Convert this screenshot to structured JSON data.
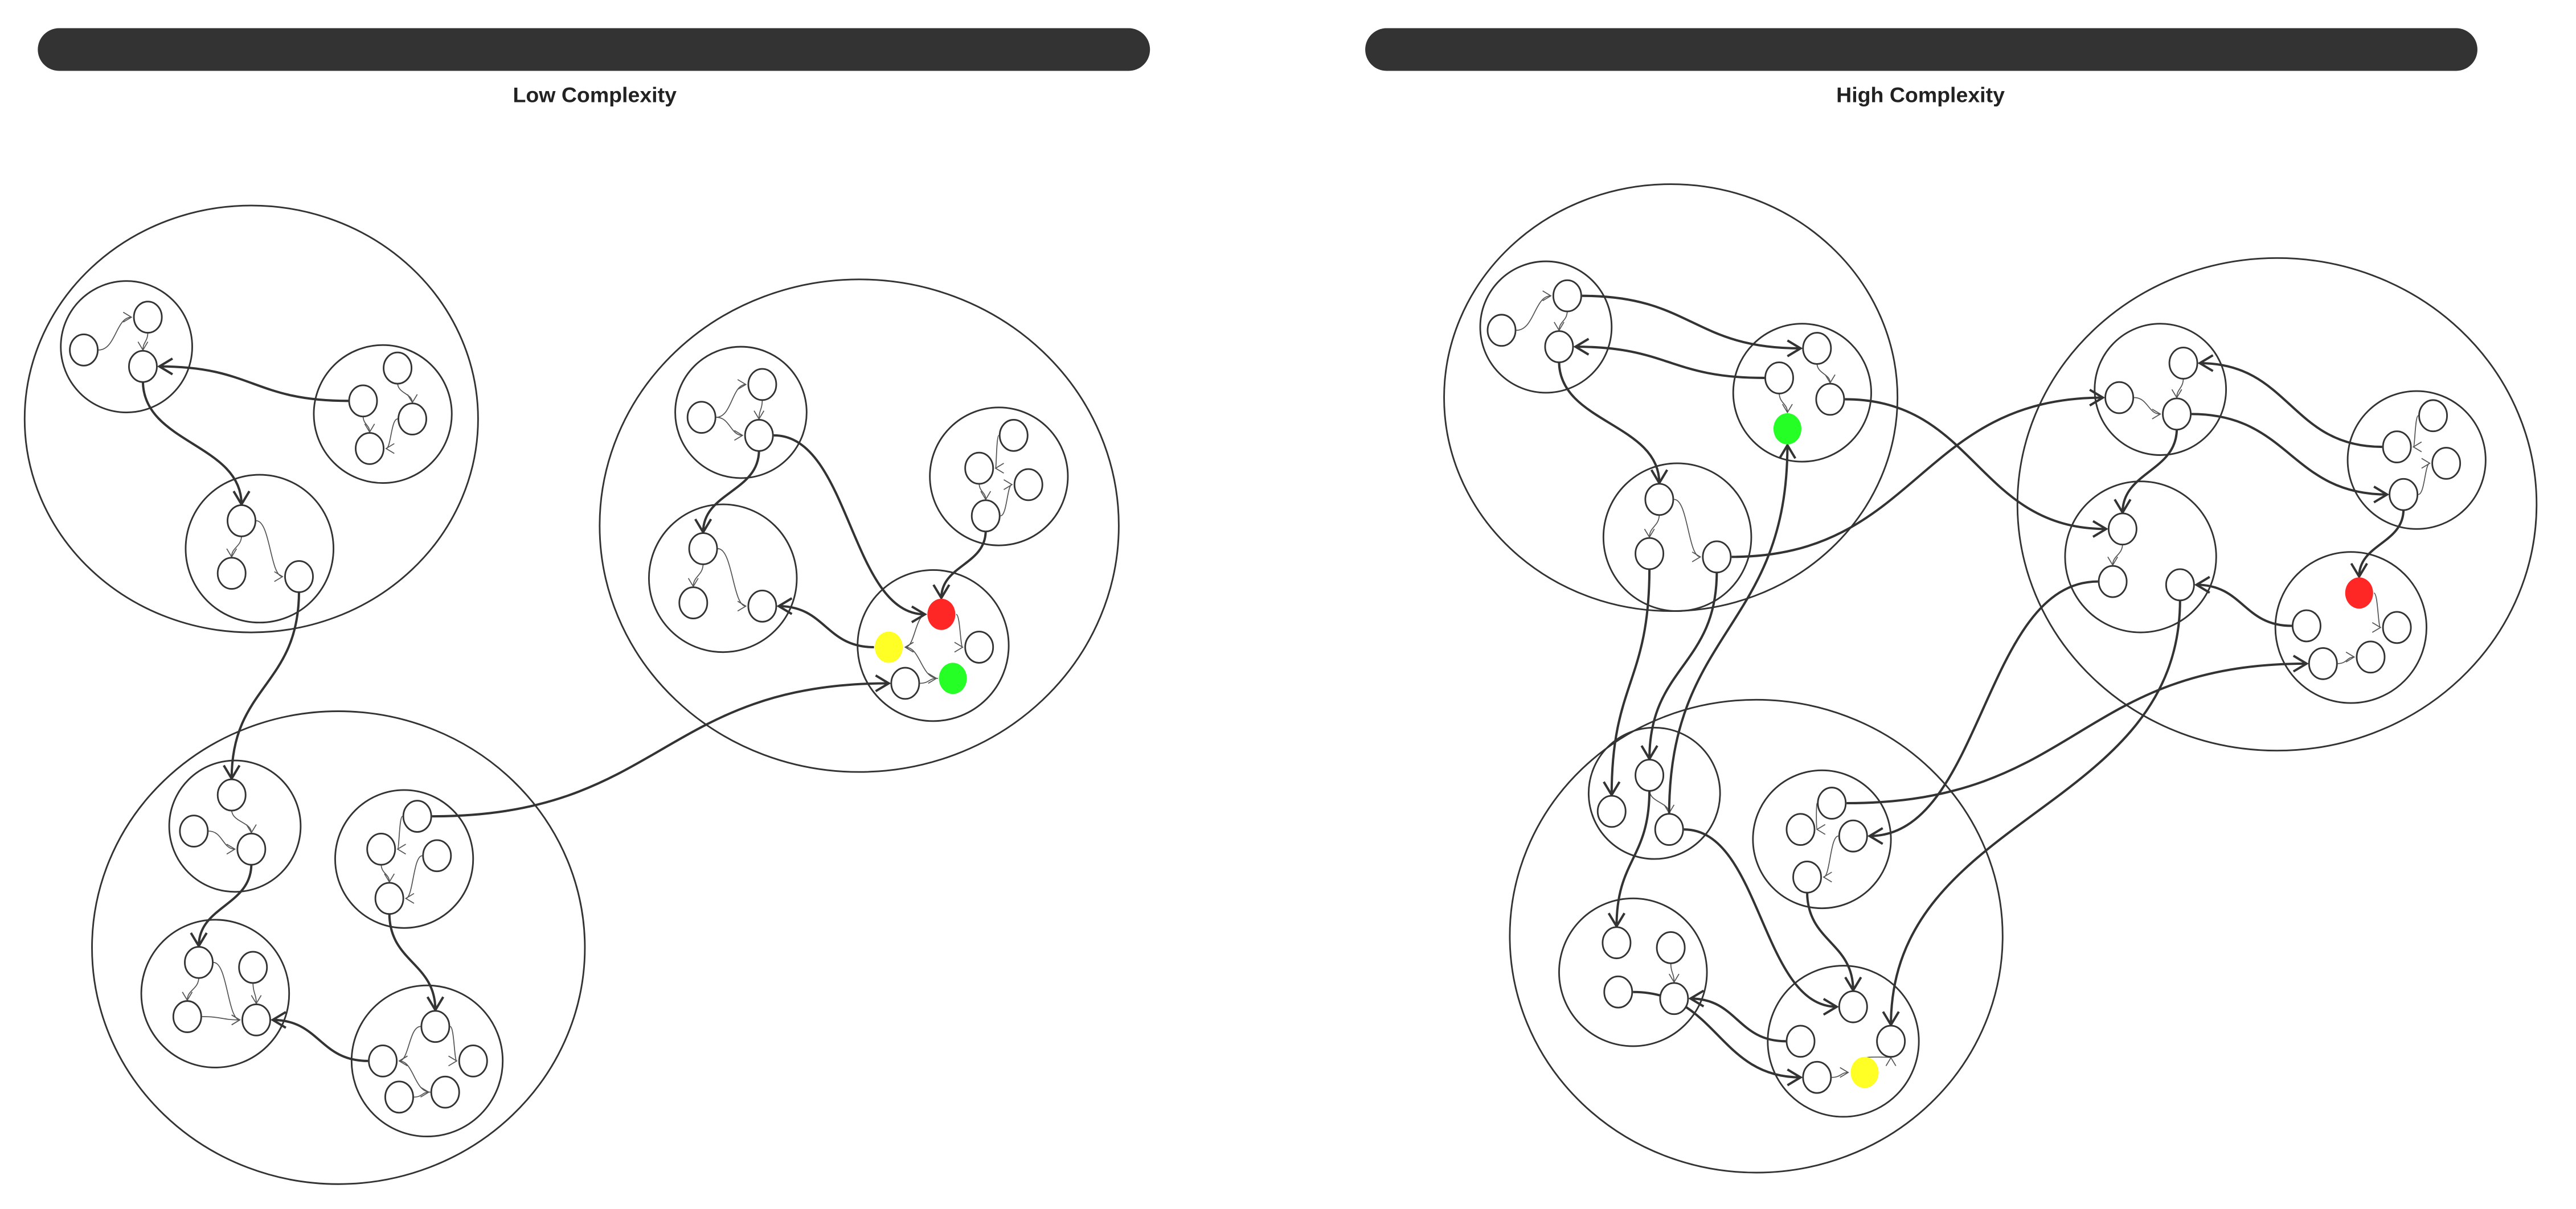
{
  "panels": [
    {
      "id": "low",
      "title": "Low Complexity"
    },
    {
      "id": "high",
      "title": "High Complexity"
    }
  ],
  "colors": {
    "header_bar": "#333333",
    "stroke": "#333333",
    "intra_edge": "#555555",
    "red_node": "#ff2626",
    "yellow_node": "#ffff26",
    "green_node": "#26ff26"
  }
}
